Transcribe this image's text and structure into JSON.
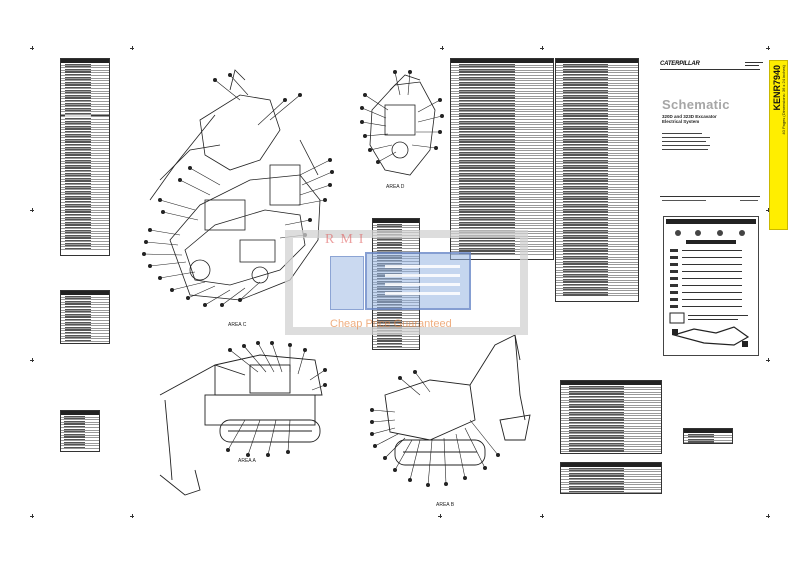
{
  "brand": {
    "logo_text": "CATERPILLAR"
  },
  "title_block": {
    "title": "Schematic",
    "subtitle_line1": "320D and 323D Excavator",
    "subtitle_line2": "Electrical System",
    "media_number": "KENR7940",
    "vertical_caption": "40 Pages (Dimensions: 36 x 24 inches)"
  },
  "area_labels": {
    "area_a": "AREA A",
    "area_b": "AREA B",
    "area_c": "AREA C",
    "area_d": "AREA D"
  },
  "watermark": {
    "top_text": "RMI",
    "bottom_text": "Cheap Price Guaranteed"
  },
  "colors": {
    "accent_yellow": "#ffee00",
    "title_gray": "#a6a6a6",
    "watermark_blue": "#96b4e1",
    "watermark_red": "#dc5050",
    "watermark_orange": "#e6823c"
  }
}
